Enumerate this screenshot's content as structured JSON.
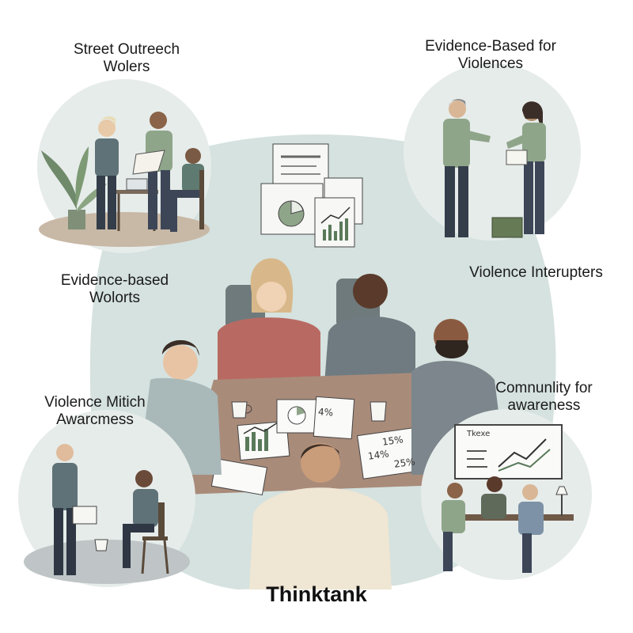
{
  "labels": {
    "top_left": [
      "Street Outreech",
      "Wolers"
    ],
    "top_right": [
      "Evidence-Based for",
      "Violences"
    ],
    "mid_left": [
      "Evidence-based",
      "Wolorts"
    ],
    "mid_right": "Violence Interupters",
    "bottom_left": [
      "Violence Mitich",
      "Awarcmess"
    ],
    "bottom_right": [
      "Comnunlity for",
      "awareness"
    ]
  },
  "center": {
    "title": "Thinktank",
    "doc_percent_a": "4%",
    "doc_percent_b": "14%",
    "doc_percent_c": "15%",
    "doc_percent_d": "25%"
  },
  "whiteboard_text": "Tkexe",
  "colors": {
    "blob": "#d5e2df",
    "circle": "#e6ecea",
    "floor": "#c8b8a6",
    "table": "#a98b7a",
    "green_shirt": "#8fa58a",
    "navy": "#3d4657",
    "red_cardigan": "#b86a62",
    "gray_suit": "#7c868c"
  },
  "icons": [
    "document-stack-icon",
    "pie-chart-icon",
    "bar-chart-icon",
    "line-chart-icon",
    "plant-icon",
    "whiteboard-icon",
    "coffee-cup-icon"
  ]
}
